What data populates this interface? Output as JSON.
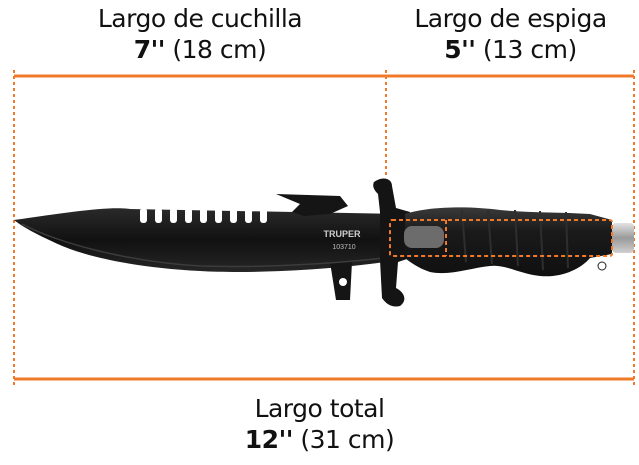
{
  "labels": {
    "blade_length": {
      "title": "Largo de cuchilla",
      "value": "7''",
      "metric": "(18 cm)"
    },
    "tang_length": {
      "title": "Largo de espiga",
      "value": "5''",
      "metric": "(13 cm)"
    },
    "total_length": {
      "title": "Largo total",
      "value": "12''",
      "metric": "(31 cm)"
    }
  },
  "knife": {
    "brand": "TRUPER",
    "model": "103710"
  },
  "colors": {
    "accent": "#f07a2a",
    "blade": "#151515",
    "handle": "#1d1d1d",
    "grip_insert": "#6c6c6c",
    "pommel": "#b8b8b8"
  }
}
